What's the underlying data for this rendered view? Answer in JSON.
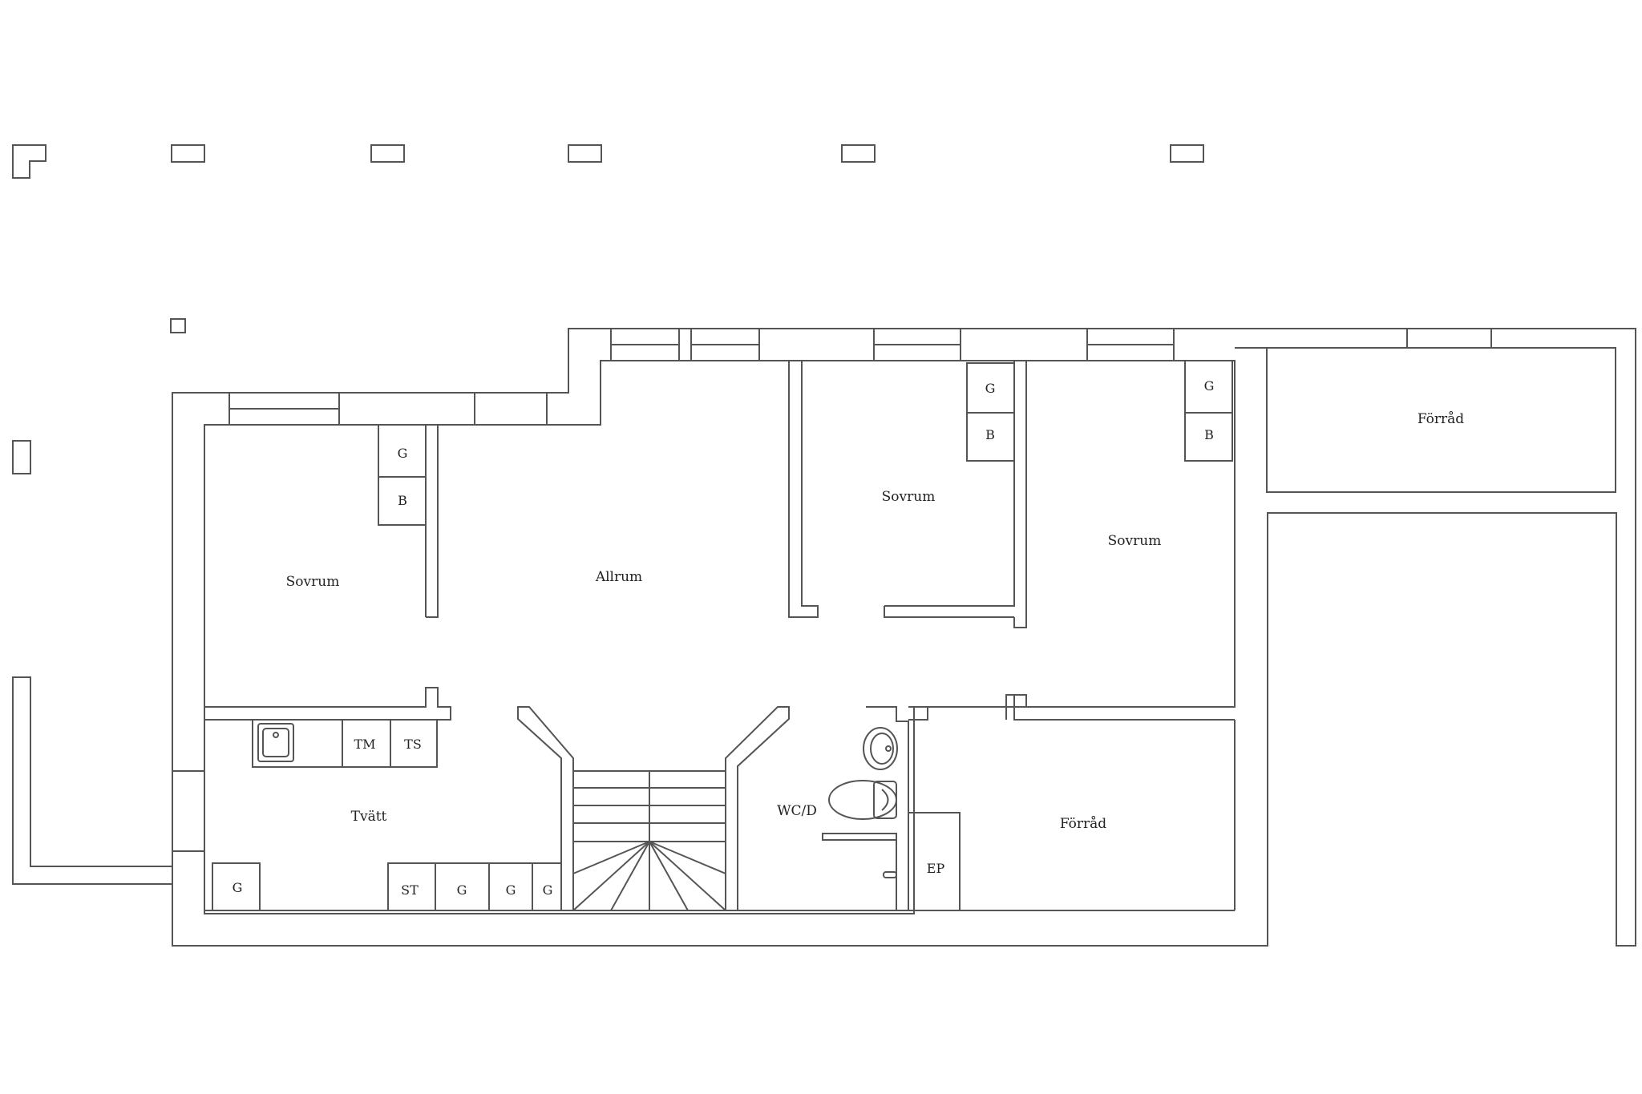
{
  "colors": {
    "line": "#555555",
    "background": "#ffffff",
    "text": "#222222"
  },
  "rooms": {
    "sovrum_1": "Sovrum",
    "allrum": "Allrum",
    "sovrum_2": "Sovrum",
    "sovrum_3": "Sovrum",
    "forrad_top": "Förråd",
    "tvatt": "Tvätt",
    "wcd": "WC/D",
    "forrad_bottom": "Förråd"
  },
  "fixtures": {
    "g1": "G",
    "b1": "B",
    "g2": "G",
    "b2": "B",
    "g3": "G",
    "b3": "B",
    "tm": "TM",
    "ts": "TS",
    "g_laundry": "G",
    "st": "ST",
    "g4": "G",
    "g5": "G",
    "g6": "G",
    "ep": "EP"
  }
}
